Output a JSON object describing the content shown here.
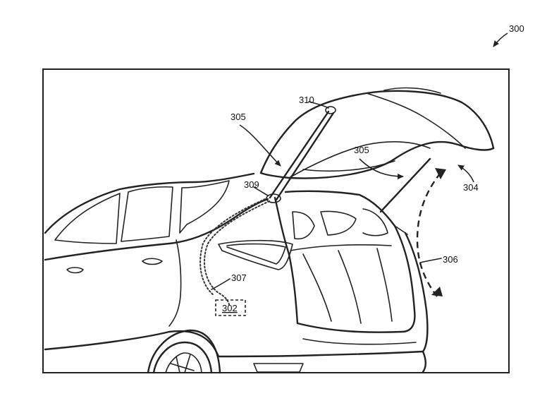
{
  "labels": {
    "figure_number": "300",
    "gas_strut_upper_left": "305",
    "gas_strut_right": "305",
    "strut_mount_top": "310",
    "strut_mount_bottom": "309",
    "liftgate": "304",
    "motion_path": "306",
    "wire_harness": "307",
    "controller": "302"
  }
}
